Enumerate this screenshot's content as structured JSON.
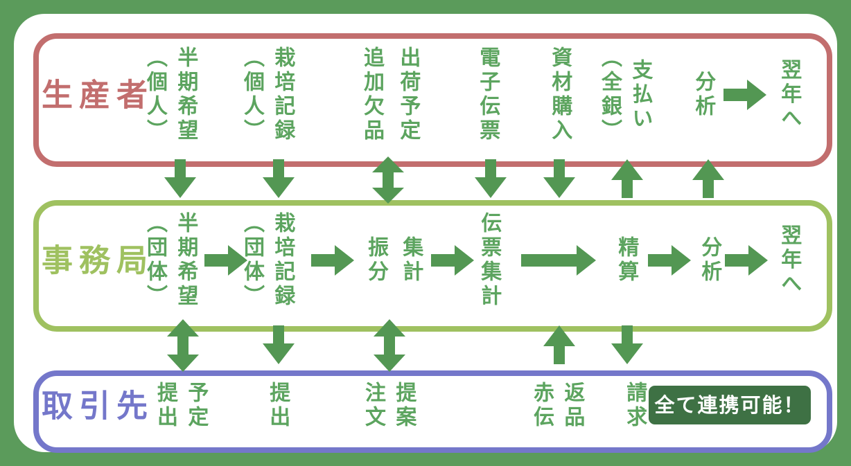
{
  "rows": {
    "producer": {
      "title": "生産者",
      "items": [
        {
          "cols": [
            "半期希望",
            "（個人）"
          ]
        },
        {
          "cols": [
            "栽培記録",
            "（個人）"
          ]
        },
        {
          "cols": [
            "出荷予定",
            "追加欠品"
          ]
        },
        {
          "cols": [
            "電子伝票"
          ]
        },
        {
          "cols": [
            "資材購入"
          ]
        },
        {
          "cols": [
            "支払い",
            "（全銀）"
          ]
        },
        {
          "cols": [
            "分析"
          ]
        },
        {
          "cols": [
            "翌年へ"
          ]
        }
      ]
    },
    "office": {
      "title": "事務局",
      "items": [
        {
          "cols": [
            "半期希望",
            "（団体）"
          ]
        },
        {
          "cols": [
            "栽培記録",
            "（団体）"
          ]
        },
        {
          "cols": [
            "集計",
            "振分"
          ]
        },
        {
          "cols": [
            "伝票集計"
          ]
        },
        {
          "cols": [
            "精算"
          ]
        },
        {
          "cols": [
            "分析"
          ]
        },
        {
          "cols": [
            "翌年へ"
          ]
        }
      ]
    },
    "partner": {
      "title": "取引先",
      "items": [
        {
          "cols": [
            "予定",
            "提出"
          ]
        },
        {
          "cols": [
            "提出"
          ]
        },
        {
          "cols": [
            "提案",
            "注文"
          ]
        },
        {
          "cols": [
            "返品",
            "赤伝"
          ]
        },
        {
          "cols": [
            "請求"
          ]
        }
      ]
    }
  },
  "badge": {
    "label": "全て連携可能！"
  },
  "colors": {
    "background_green": "#5b9b5b",
    "sheet_white": "#ffffff",
    "producer_red": "#c26e6e",
    "office_yellow_green": "#9fc160",
    "partner_blue": "#7477ca",
    "label_green": "#5ca45f",
    "arrow_green": "#539753",
    "badge_bg": "#3e7144",
    "badge_text": "#ffffff"
  }
}
